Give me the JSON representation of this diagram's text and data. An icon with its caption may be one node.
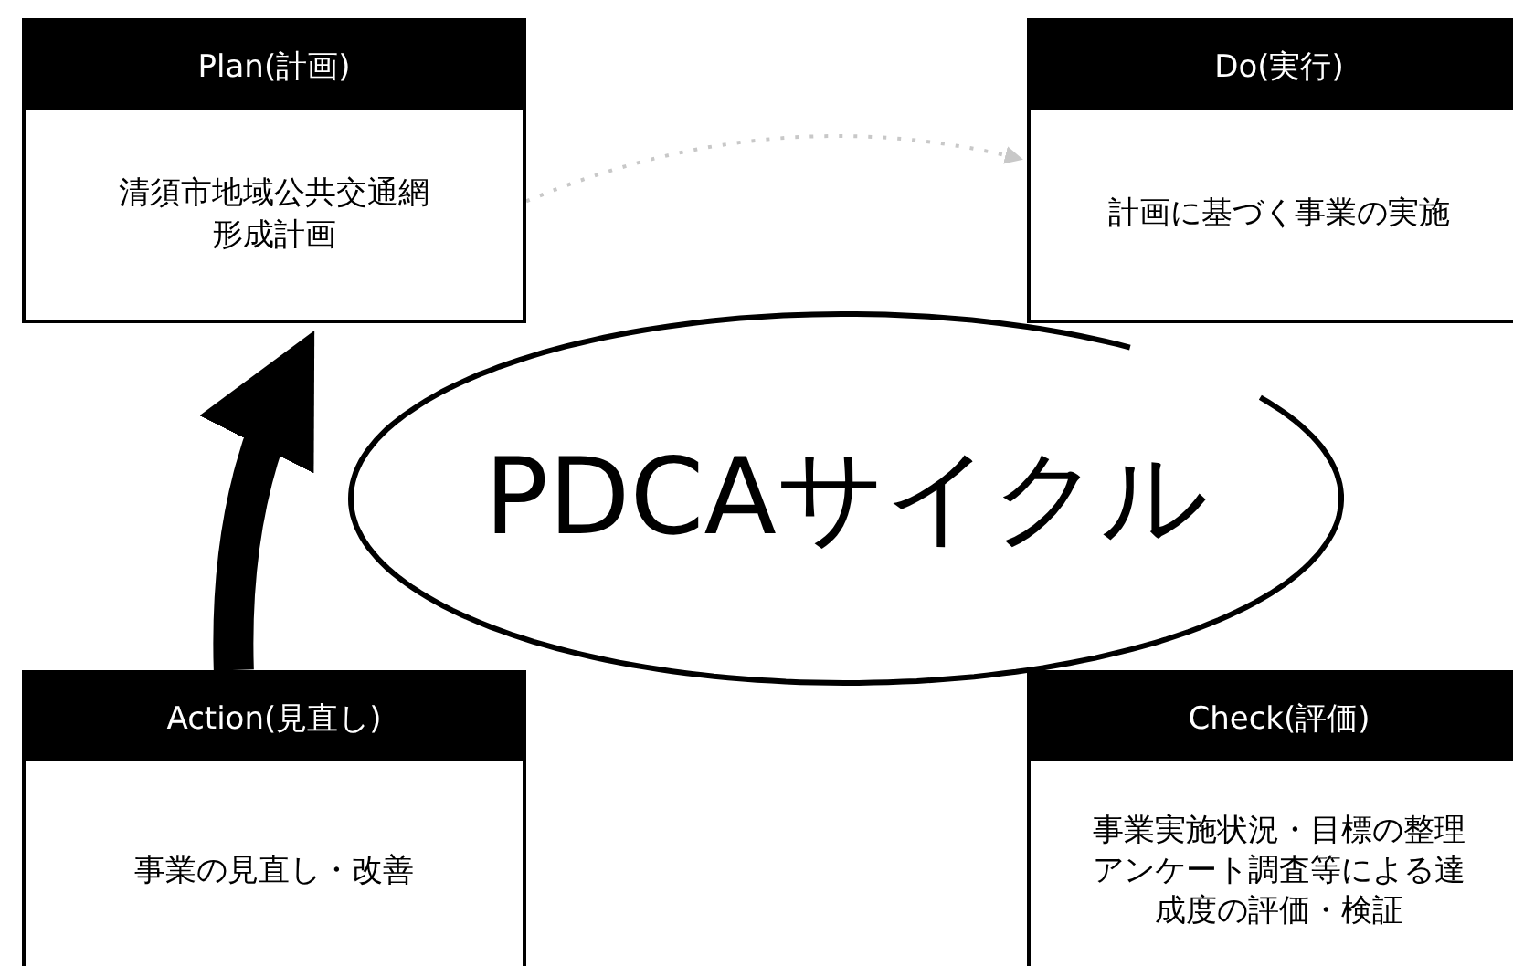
{
  "diagram": {
    "nodes": [
      {
        "text": [
          "Plan(計画)",
          "清須市地域公共交通網形成計画"
        ]
      },
      {
        "text": [
          "Do(実行)",
          "計画に基づく事業の実施"
        ]
      },
      {
        "text": [
          "PDCAサイクル"
        ]
      },
      {
        "text": [
          "Action(見直し)",
          "事業の見直し・改善"
        ]
      },
      {
        "text": [
          "Check(評価)",
          "事業実施状況・目標の整理アンケート調査等による達成度の評価・検証"
        ]
      }
    ],
    "edges": [
      {
        "from": 0,
        "to": 1,
        "arrow": "to",
        "style": "dashed",
        "color": "#c8c8c8"
      },
      {
        "from": 3,
        "to": 0,
        "arrow": "to",
        "style": "thick",
        "color": "#000000"
      }
    ]
  }
}
